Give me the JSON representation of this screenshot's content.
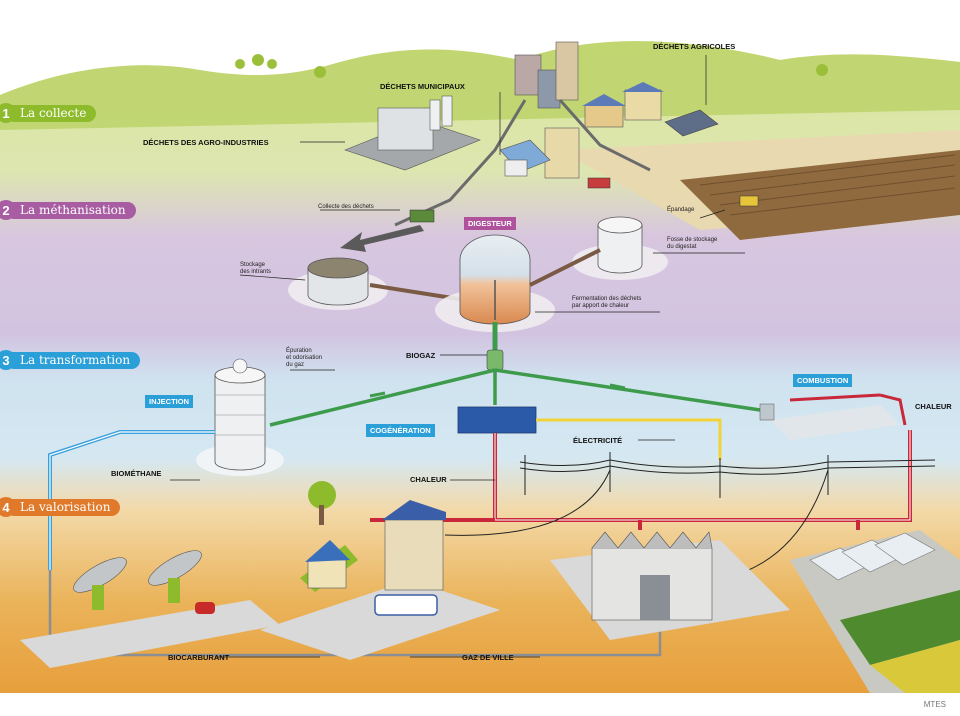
{
  "stages": [
    {
      "number": "1",
      "label": "La collecte",
      "color": "#8dbb2c"
    },
    {
      "number": "2",
      "label": "La méthanisation",
      "color": "#a85da3"
    },
    {
      "number": "3",
      "label": "La transformation",
      "color": "#2a9fd8"
    },
    {
      "number": "4",
      "label": "La valorisation",
      "color": "#e07a2a"
    }
  ],
  "labels": {
    "dechets_municipaux": "DÉCHETS MUNICIPAUX",
    "dechets_agricoles": "DÉCHETS AGRICOLES",
    "dechets_agro": "DÉCHETS DES AGRO-INDUSTRIES",
    "collecte_dechets": "Collecte des déchets",
    "epandage": "Épandage",
    "fosse_1": "Fosse de stockage",
    "fosse_2": "du digestat",
    "stockage_1": "Stockage",
    "stockage_2": "des intrants",
    "fermentation_1": "Fermentation des déchets",
    "fermentation_2": "par apport de chaleur",
    "biogaz": "BIOGAZ",
    "epuration_1": "Épuration",
    "epuration_2": "et odorisation",
    "epuration_3": "du gaz",
    "electricite": "ÉLECTRICITÉ",
    "chaleur_right": "CHALEUR",
    "chaleur_center": "CHALEUR",
    "biomethane": "BIOMÉTHANE",
    "biocarburant": "BIOCARBURANT",
    "gaz_de_ville": "GAZ DE VILLE"
  },
  "tags": {
    "digesteur": "DIGESTEUR",
    "injection": "INJECTION",
    "cogeneration": "COGÉNÉRATION",
    "combustion": "COMBUSTION"
  },
  "colors": {
    "tag_blue": "#2a9fd8",
    "tag_purple": "#b0519b",
    "gas_green": "#3d9b4b",
    "heat_red": "#c8283a",
    "electric_yellow": "#f2d23a",
    "biomethane_blue": "#3aa0dd"
  },
  "credit": "MTES"
}
